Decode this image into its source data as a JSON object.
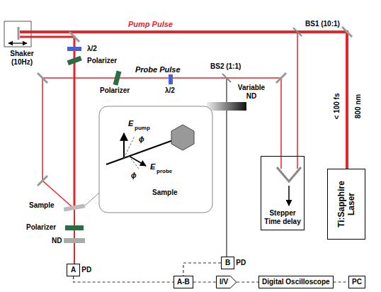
{
  "diagram": {
    "nodes": [
      {
        "text": [
          "Stepper Time delay"
        ]
      },
      {
        "text": [
          "Ti:Sapphire Laser"
        ]
      },
      {
        "text": [
          "A",
          "PD"
        ]
      },
      {
        "text": [
          "B",
          "PD"
        ]
      },
      {
        "text": [
          "A-B"
        ]
      },
      {
        "text": [
          "I/V"
        ]
      },
      {
        "text": [
          "Digital Oscilloscope"
        ]
      },
      {
        "text": [
          "PC"
        ]
      }
    ],
    "edges": [
      {
        "from": 2,
        "to": 4,
        "arrow": "none"
      },
      {
        "from": 3,
        "to": 4,
        "arrow": "none"
      },
      {
        "from": 4,
        "to": 5,
        "arrow": "none"
      },
      {
        "from": 5,
        "to": 6,
        "arrow": "none"
      },
      {
        "from": 6,
        "to": 7,
        "arrow": "none"
      }
    ],
    "labels": [
      "Pump Pulse",
      "BS1 (10:1)",
      "Shaker (10Hz)",
      "λ/2",
      "Polarizer",
      "Probe Pulse",
      "Polarizer",
      "λ/2",
      "BS2 (1:1)",
      "Variable ND",
      "< 100 fs",
      "800 nm",
      "E",
      "pump",
      "ϕ",
      "E",
      "probe",
      "ϕ",
      "Sample",
      "Sample",
      "Polarizer",
      "ND"
    ]
  }
}
